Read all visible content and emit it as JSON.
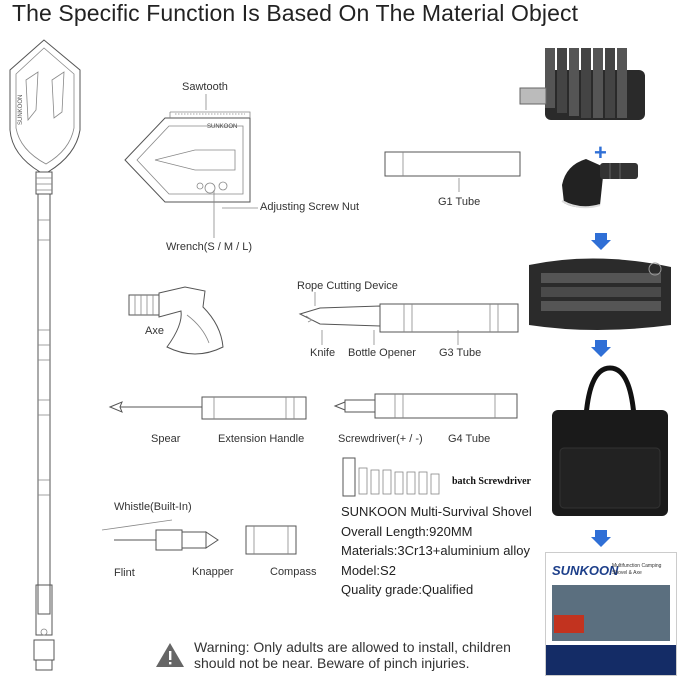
{
  "title": "The Specific Function Is Based On The Material Object",
  "labels": {
    "sawtooth": "Sawtooth",
    "adjusting_screw_nut": "Adjusting Screw Nut",
    "wrench": "Wrench(S / M / L)",
    "g1_tube": "G1 Tube",
    "rope_cutting": "Rope Cutting Device",
    "axe": "Axe",
    "knife": "Knife",
    "bottle_opener": "Bottle Opener",
    "g3_tube": "G3 Tube",
    "spear": "Spear",
    "extension_handle": "Extension Handle",
    "screwdriver": "Screwdriver(+ / -)",
    "g4_tube": "G4 Tube",
    "batch_screwdriver": "batch Screwdriver",
    "whistle": "Whistle(Built-In)",
    "flint": "Flint",
    "knapper": "Knapper",
    "compass": "Compass",
    "blade_brand": "SUNKOON"
  },
  "specs": {
    "name": "SUNKOON Multi-Survival Shovel",
    "length": "Overall Length:920MM",
    "materials": "Materials:3Cr13+aluminium alloy",
    "model": "Model:S2",
    "quality": "Quality grade:Qualified"
  },
  "warning": "Warning: Only adults are allowed to install, children should not be near. Beware of pinch injuries.",
  "box": {
    "brand": "SUNKOON",
    "subtitle": "Multifunction Camping Shovel & Axe"
  },
  "colors": {
    "accent_blue": "#2f6fd6",
    "line_grey": "#555555"
  }
}
